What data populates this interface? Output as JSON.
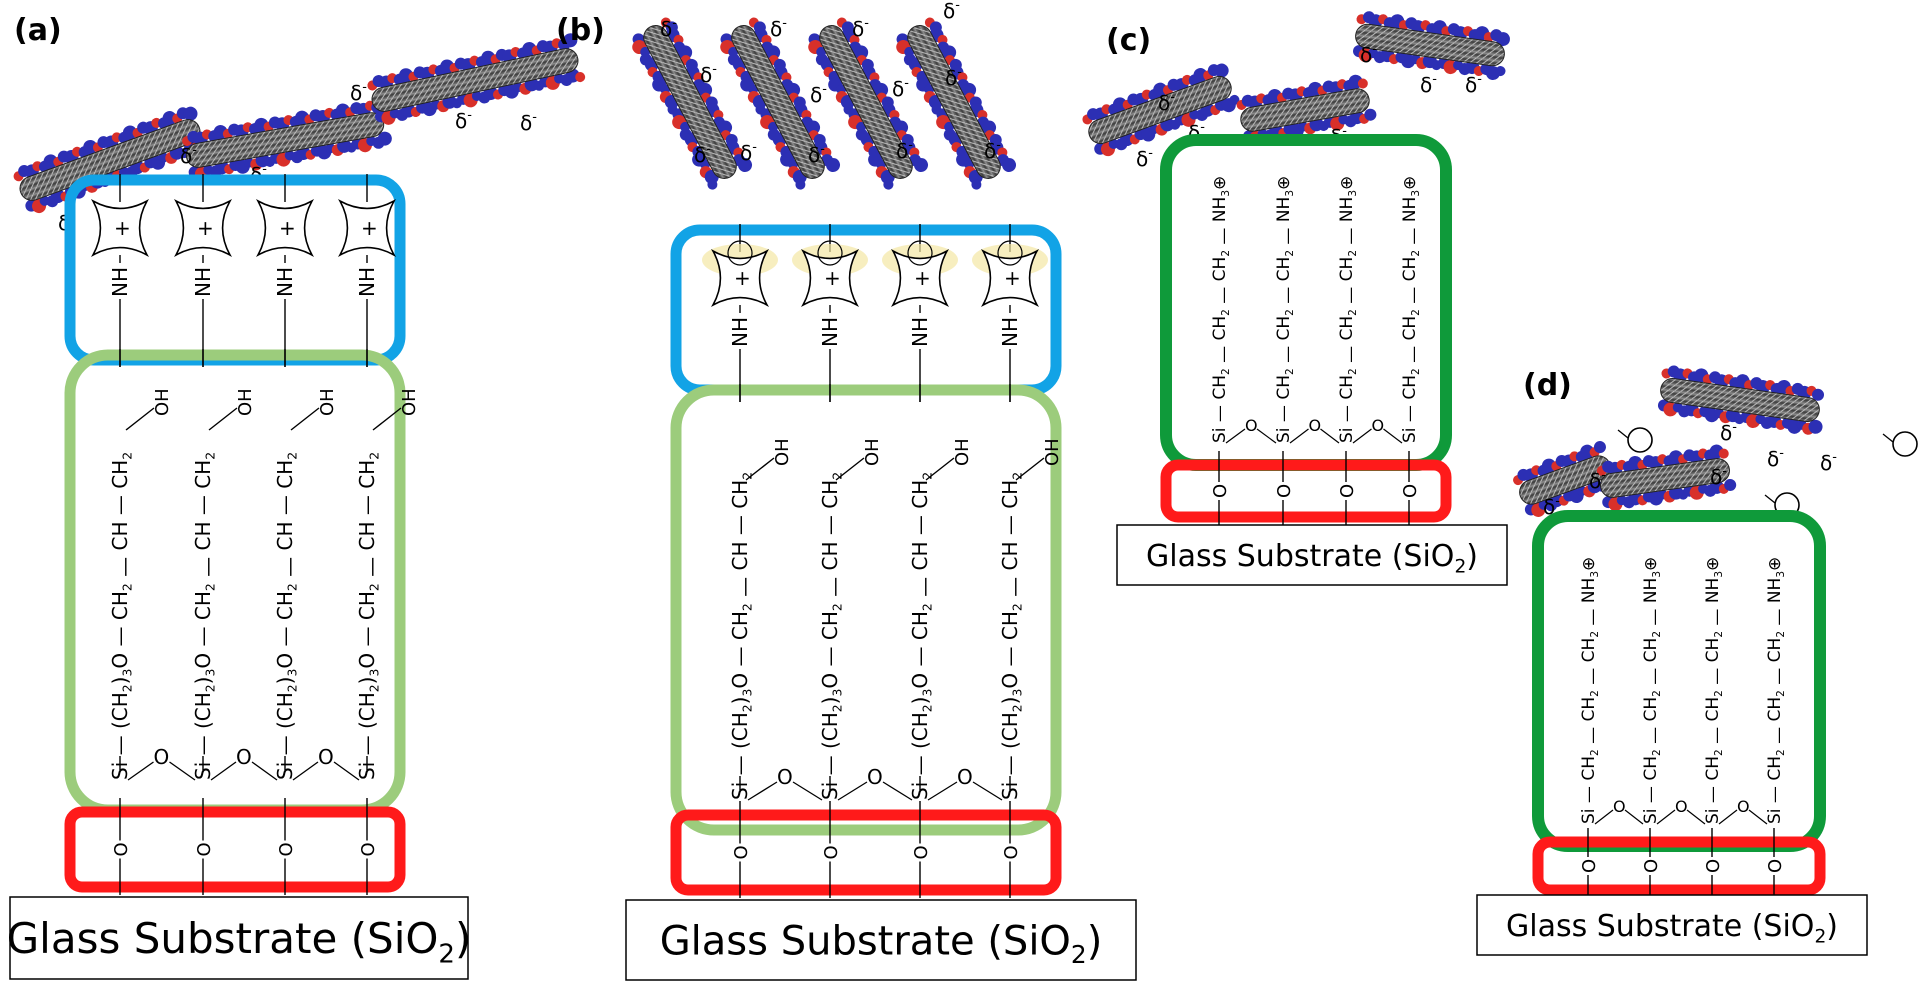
{
  "colors": {
    "ionic_layer": "#12a3e6",
    "silane_layer": "#9ccc7c",
    "aminosilane_layer": "#0f9a3a",
    "oxide_layer": "#ff1a1a",
    "tube_body": "#555555",
    "coating_blue": "#2c2fb4",
    "coating_red": "#d8302a",
    "text": "#000000"
  },
  "panels": [
    {
      "label": "(a)",
      "variant": "ionic-liquid",
      "substrate": {
        "text": "Glass Substrate (SiO",
        "sub": "2",
        "close": ")"
      },
      "charge": "δ",
      "charge_sign": "-",
      "cation": "+",
      "amine": "NH",
      "chain": [
        "Si",
        "(CH",
        "2",
        ")",
        "3",
        "O",
        "CH",
        "2",
        "CH",
        "CH",
        "2",
        "OH"
      ],
      "oxide": "O",
      "siloxane": "O"
    },
    {
      "label": "(b)",
      "variant": "ionic-liquid-aligned",
      "substrate": {
        "text": "Glass Substrate (SiO",
        "sub": "2",
        "close": ")"
      },
      "charge": "δ",
      "charge_sign": "-",
      "cation": "+",
      "amine": "NH",
      "chain": [
        "Si",
        "(CH",
        "2",
        ")",
        "3",
        "O",
        "CH",
        "2",
        "CH",
        "CH",
        "2",
        "OH"
      ],
      "oxide": "O",
      "siloxane": "O"
    },
    {
      "label": "(c)",
      "variant": "aminosilane",
      "substrate": {
        "text": "Glass Substrate (SiO",
        "sub": "2",
        "close": ")"
      },
      "charge": "δ",
      "charge_sign": "-",
      "chain": [
        "Si",
        "CH",
        "2",
        "CH",
        "2",
        "CH",
        "2",
        "NH",
        "3",
        "⊕"
      ],
      "oxide": "O",
      "siloxane": "O"
    },
    {
      "label": "(d)",
      "variant": "aminosilane-with-surfactant",
      "substrate": {
        "text": "Glass Substrate (SiO",
        "sub": "2",
        "close": ")"
      },
      "charge": "δ",
      "charge_sign": "-",
      "chain": [
        "Si",
        "CH",
        "2",
        "CH",
        "2",
        "CH",
        "2",
        "NH",
        "3",
        "⊕"
      ],
      "oxide": "O",
      "siloxane": "O"
    }
  ]
}
